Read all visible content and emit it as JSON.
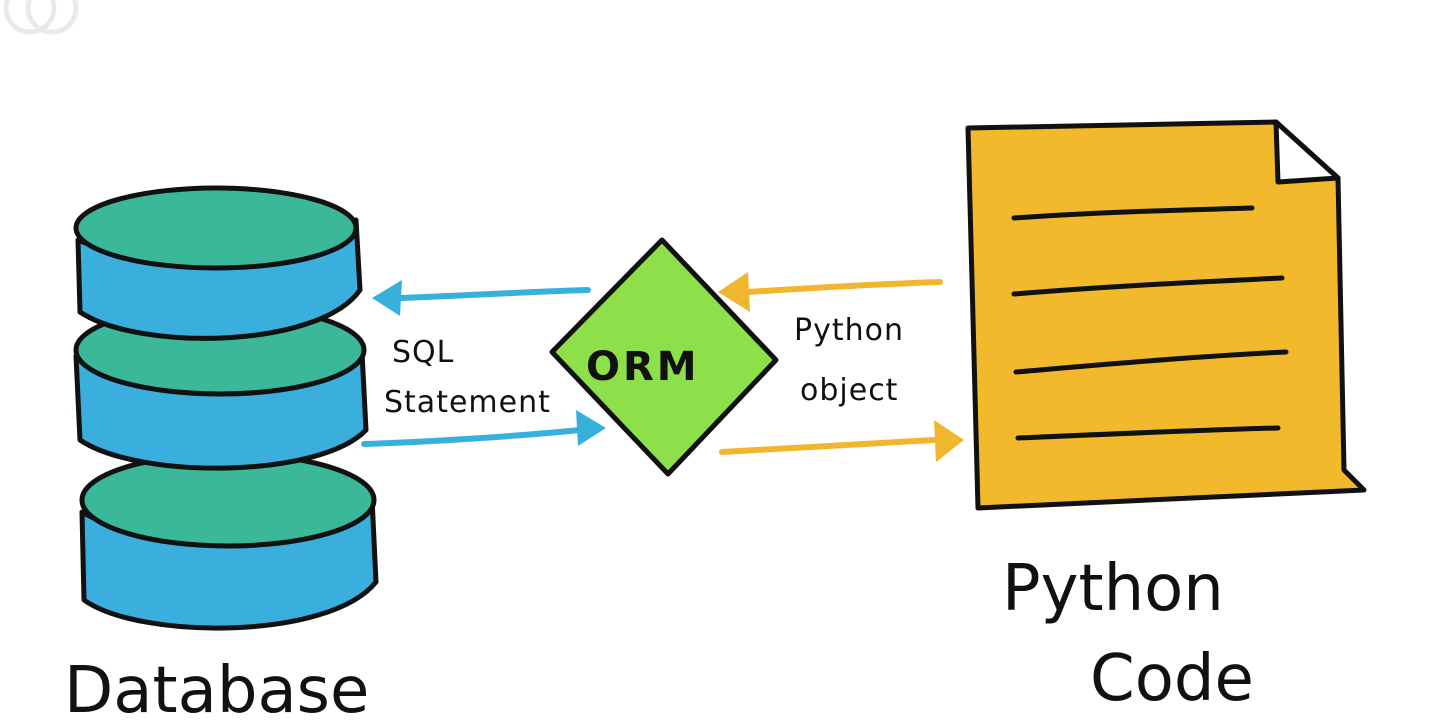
{
  "diagram": {
    "database_label": "Database",
    "orm_label": "ORM",
    "sql_label_line1": "SQL",
    "sql_label_line2": "Statement",
    "pyobj_label_line1": "Python",
    "pyobj_label_line2": "object",
    "pycode_label_line1": "Python",
    "pycode_label_line2": "Code"
  },
  "colors": {
    "db_top": "#3bb89a",
    "db_side": "#3aaedc",
    "orm_fill": "#8ee04a",
    "doc_fill": "#f2b92c",
    "sql_arrow": "#38b0dc",
    "py_arrow": "#f0b630",
    "outline": "#111111"
  }
}
